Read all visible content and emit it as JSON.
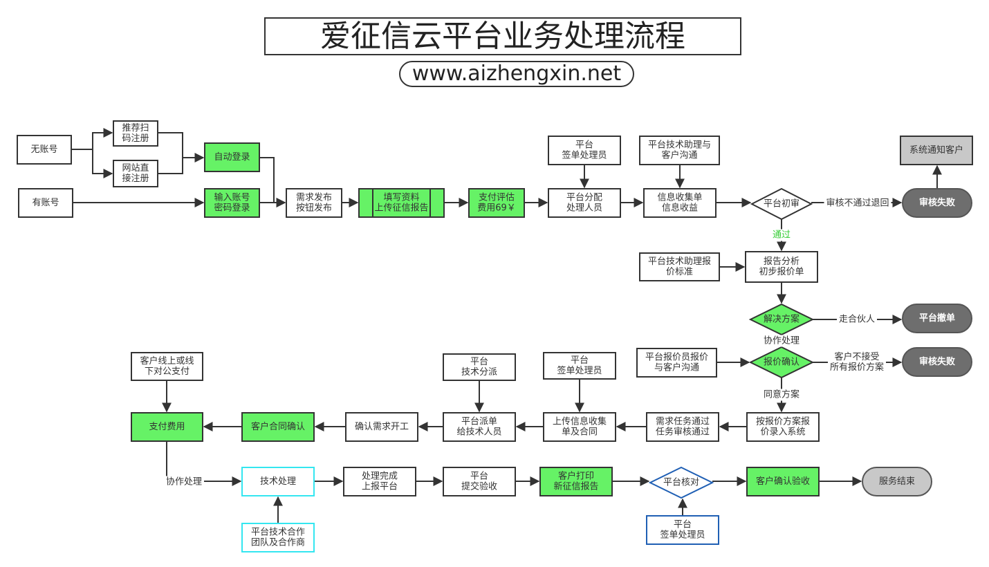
{
  "title": "爱征信云平台业务处理流程",
  "subtitle": "www.aizhengxin.net",
  "nodes": [
    {
      "id": "no-account",
      "lines": [
        "无账号"
      ],
      "shape": "rect",
      "fill": "#ffffff"
    },
    {
      "id": "scan-register",
      "lines": [
        "推荐扫",
        "码注册"
      ],
      "shape": "rect",
      "fill": "#ffffff"
    },
    {
      "id": "web-register",
      "lines": [
        "网站直",
        "接注册"
      ],
      "shape": "rect",
      "fill": "#ffffff"
    },
    {
      "id": "has-account",
      "lines": [
        "有账号"
      ],
      "shape": "rect",
      "fill": "#ffffff"
    },
    {
      "id": "auto-login",
      "lines": [
        "自动登录"
      ],
      "shape": "rect",
      "fill": "#66f266"
    },
    {
      "id": "password-login",
      "lines": [
        "输入账号",
        "密码登录"
      ],
      "shape": "rect",
      "fill": "#66f266"
    },
    {
      "id": "publish-demand",
      "lines": [
        "需求发布",
        "按钮发布"
      ],
      "shape": "rect",
      "fill": "#ffffff"
    },
    {
      "id": "fill-info",
      "lines": [
        "填写资料",
        "上传征信报告"
      ],
      "shape": "process",
      "fill": "#66f266"
    },
    {
      "id": "pay-eval",
      "lines": [
        "支付评估",
        "费用69￥"
      ],
      "shape": "rect",
      "fill": "#66f266"
    },
    {
      "id": "assign-staff",
      "lines": [
        "平台分配",
        "处理人员"
      ],
      "shape": "rect",
      "fill": "#ffffff"
    },
    {
      "id": "sign-handler-1",
      "lines": [
        "平台",
        "签单处理员"
      ],
      "shape": "rect",
      "fill": "#ffffff"
    },
    {
      "id": "info-collect",
      "lines": [
        "信息收集单",
        "信息收益"
      ],
      "shape": "rect",
      "fill": "#ffffff"
    },
    {
      "id": "tech-assist-comm",
      "lines": [
        "平台技术助理与",
        "客户沟通"
      ],
      "shape": "rect",
      "fill": "#ffffff"
    },
    {
      "id": "initial-review",
      "lines": [
        "平台初审"
      ],
      "shape": "diamond",
      "fill": "#ffffff"
    },
    {
      "id": "review-fail-1",
      "lines": [
        "审核失败"
      ],
      "shape": "pill",
      "fill": "#6e6e6e",
      "textColor": "#ffffff",
      "bold": true
    },
    {
      "id": "notify-client",
      "lines": [
        "系统通知客户"
      ],
      "shape": "rect",
      "fill": "#c8c8c8"
    },
    {
      "id": "report-analysis",
      "lines": [
        "报告分析",
        "初步报价单"
      ],
      "shape": "rect",
      "fill": "#ffffff"
    },
    {
      "id": "tech-assist-quote",
      "lines": [
        "平台技术助理报",
        "价标准"
      ],
      "shape": "rect",
      "fill": "#ffffff"
    },
    {
      "id": "solution",
      "lines": [
        "解决方案"
      ],
      "shape": "diamond",
      "fill": "#66f266"
    },
    {
      "id": "platform-withdraw",
      "lines": [
        "平台撤单"
      ],
      "shape": "pill",
      "fill": "#6e6e6e",
      "textColor": "#ffffff",
      "bold": true
    },
    {
      "id": "quote-confirm",
      "lines": [
        "报价确认"
      ],
      "shape": "diamond",
      "fill": "#66f266"
    },
    {
      "id": "quoter-comm",
      "lines": [
        "平台报价员报价",
        "与客户沟通"
      ],
      "shape": "rect",
      "fill": "#ffffff"
    },
    {
      "id": "review-fail-2",
      "lines": [
        "审核失败"
      ],
      "shape": "pill",
      "fill": "#6e6e6e",
      "textColor": "#ffffff",
      "bold": true
    },
    {
      "id": "enter-system",
      "lines": [
        "按报价方案报",
        "价录入系统"
      ],
      "shape": "rect",
      "fill": "#ffffff"
    },
    {
      "id": "task-approved",
      "lines": [
        "需求任务通过",
        "任务审核通过"
      ],
      "shape": "rect",
      "fill": "#ffffff"
    },
    {
      "id": "upload-contract",
      "lines": [
        "上传信息收集",
        "单及合同"
      ],
      "shape": "rect",
      "fill": "#ffffff"
    },
    {
      "id": "sign-handler-2",
      "lines": [
        "平台",
        "签单处理员"
      ],
      "shape": "rect",
      "fill": "#ffffff"
    },
    {
      "id": "dispatch-tech",
      "lines": [
        "平台派单",
        "给技术人员"
      ],
      "shape": "rect",
      "fill": "#ffffff"
    },
    {
      "id": "tech-dispatch",
      "lines": [
        "平台",
        "技术分派"
      ],
      "shape": "rect",
      "fill": "#ffffff"
    },
    {
      "id": "confirm-start",
      "lines": [
        "确认需求开工"
      ],
      "shape": "rect",
      "fill": "#ffffff"
    },
    {
      "id": "contract-confirm",
      "lines": [
        "客户合同确认"
      ],
      "shape": "rect",
      "fill": "#66f266"
    },
    {
      "id": "pay-fee",
      "lines": [
        "支付费用"
      ],
      "shape": "rect",
      "fill": "#66f266"
    },
    {
      "id": "client-pay",
      "lines": [
        "客户线上或线",
        "下对公支付"
      ],
      "shape": "rect",
      "fill": "#ffffff"
    },
    {
      "id": "tech-process",
      "lines": [
        "技术处理"
      ],
      "shape": "rect",
      "fill": "#ffffff",
      "stroke": "#33e6f0"
    },
    {
      "id": "tech-partners",
      "lines": [
        "平台技术合作",
        "团队及合作商"
      ],
      "shape": "rect",
      "fill": "#ffffff",
      "stroke": "#33e6f0"
    },
    {
      "id": "report-done",
      "lines": [
        "处理完成",
        "上报平台"
      ],
      "shape": "rect",
      "fill": "#ffffff"
    },
    {
      "id": "submit-accept",
      "lines": [
        "平台",
        "提交验收"
      ],
      "shape": "rect",
      "fill": "#ffffff"
    },
    {
      "id": "print-report",
      "lines": [
        "客户打印",
        "新征信报告"
      ],
      "shape": "rect",
      "fill": "#66f266"
    },
    {
      "id": "platform-check",
      "lines": [
        "平台核对"
      ],
      "shape": "diamond",
      "fill": "#ffffff",
      "stroke": "#1f5fb4"
    },
    {
      "id": "sign-handler-3",
      "lines": [
        "平台",
        "签单处理员"
      ],
      "shape": "rect",
      "fill": "#ffffff",
      "stroke": "#1f5fb4"
    },
    {
      "id": "client-accept",
      "lines": [
        "客户确认验收"
      ],
      "shape": "rect",
      "fill": "#66f266"
    },
    {
      "id": "service-end",
      "lines": [
        "服务结束"
      ],
      "shape": "pill",
      "fill": "#c8c8c8"
    }
  ],
  "edge_labels": [
    {
      "id": "label-review-return",
      "text": "审核不通过退回",
      "color": "#333333"
    },
    {
      "id": "label-pass",
      "text": "通过",
      "color": "#33cc33"
    },
    {
      "id": "label-partner",
      "text": "走合伙人",
      "color": "#333333"
    },
    {
      "id": "label-assist-1",
      "text": "协作处理",
      "color": "#333333"
    },
    {
      "id": "label-reject-all",
      "lines": [
        "客户不接受",
        "所有报价方案"
      ],
      "color": "#333333"
    },
    {
      "id": "label-agree",
      "text": "同意方案",
      "color": "#333333"
    },
    {
      "id": "label-assist-2",
      "text": "协作处理",
      "color": "#333333"
    }
  ]
}
